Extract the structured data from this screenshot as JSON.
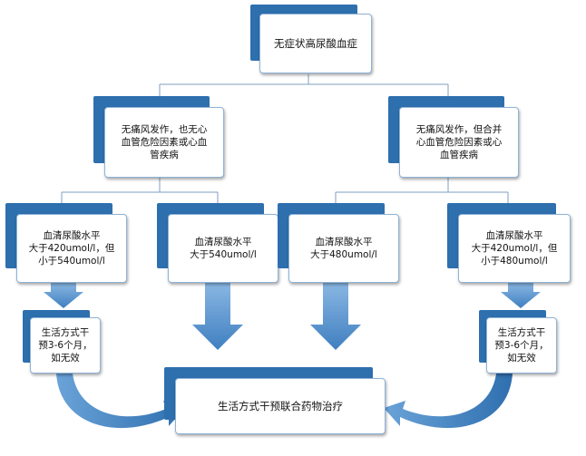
{
  "colors": {
    "primary": "#2e6fae",
    "arrow": "#5b9bd5",
    "border": "#8fb3d6",
    "connector": "#7f9fbf"
  },
  "nodes": {
    "root": "无症状高尿酸血症",
    "left_branch": "无痛风发作，也无心\n血管危险因素或心血\n管疾病",
    "right_branch": "无痛风发作，但合并\n心血管危险因素或心\n血管疾病",
    "level_a": "血清尿酸水平\n大于420umol/l，但\n小于540umol/l",
    "level_b": "血清尿酸水平\n大于540umol/l",
    "level_c": "血清尿酸水平\n大于480umol/l",
    "level_d": "血清尿酸水平\n大于420umol/l，但\n小于480umol/l",
    "lifestyle_left": "生活方式干\n预3-6个月，\n如无效",
    "lifestyle_right": "生活方式干\n预3-6个月，\n如无效",
    "combined": "生活方式干预联合药物治疗"
  }
}
